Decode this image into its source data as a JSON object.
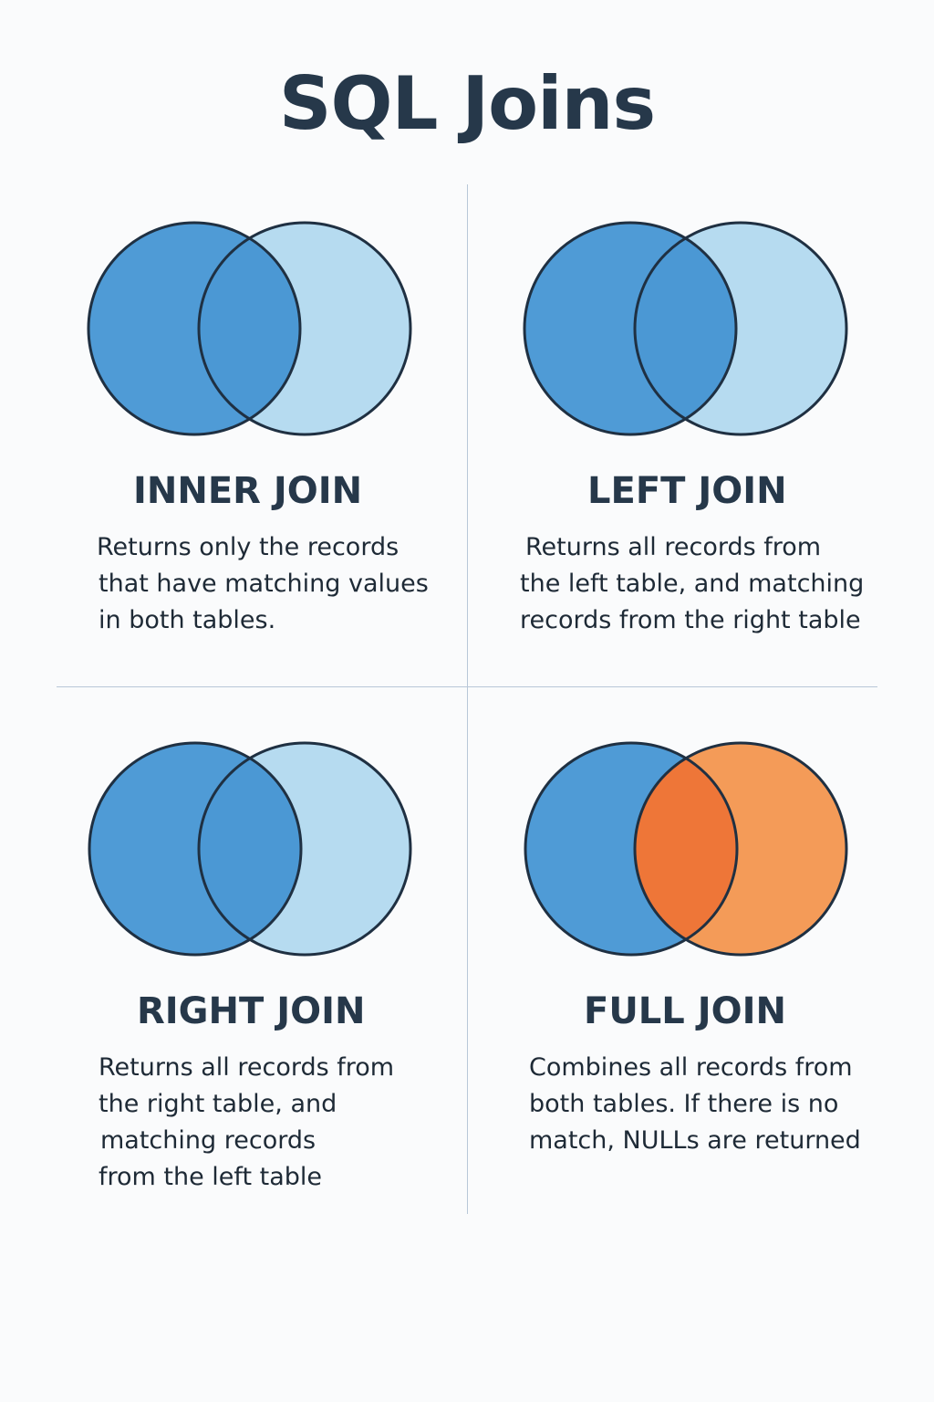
{
  "title": "SQL Joins",
  "colors": {
    "left_circle": "#4f9bd6",
    "right_circle_light": "#b6dbf0",
    "intersection_blue": "#4b98d4",
    "full_right_orange": "#f49b58",
    "full_intersection_orange": "#ee7638",
    "outline": "#1f3042",
    "divider": "#b8c7d8"
  },
  "panels": [
    {
      "name": "inner-join",
      "title": "INNER JOIN",
      "description": [
        "Returns only the records",
        "that have matching values",
        "in both tables."
      ],
      "fills": {
        "left": "#4f9bd6",
        "intersection": "#4b98d4",
        "right": "#b6dbf0"
      }
    },
    {
      "name": "left-join",
      "title": "LEFT JOIN",
      "description": [
        "Returns all records from",
        "the left table, and matching",
        "records from the right table"
      ],
      "fills": {
        "left": "#4f9bd6",
        "intersection": "#4b98d4",
        "right": "#b6dbf0"
      }
    },
    {
      "name": "right-join",
      "title": "RIGHT JOIN",
      "description": [
        "Returns all records from",
        "the right table, and",
        "matching records",
        "from the left table"
      ],
      "fills": {
        "left": "#4f9bd6",
        "intersection": "#4b98d4",
        "right": "#b6dbf0"
      }
    },
    {
      "name": "full-join",
      "title": "FULL JOIN",
      "description": [
        "Combines all records from",
        "both tables. If there is no",
        "match, NULLs are returned"
      ],
      "fills": {
        "left": "#4f9bd6",
        "intersection": "#ee7638",
        "right": "#f49b58"
      }
    }
  ]
}
